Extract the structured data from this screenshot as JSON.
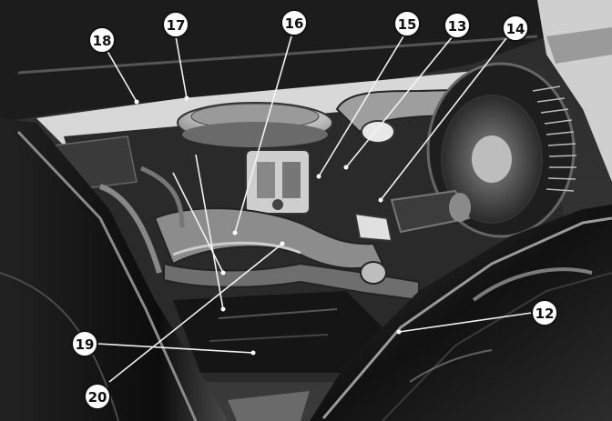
{
  "callouts": [
    {
      "num": "18"
    },
    {
      "num": "17"
    },
    {
      "num": "16"
    },
    {
      "num": "15"
    },
    {
      "num": "13"
    },
    {
      "num": "14"
    },
    {
      "num": "12"
    },
    {
      "num": "19"
    },
    {
      "num": "20"
    }
  ],
  "colors": {
    "background": "#1b1b1b",
    "callout_fill": "#ffffff",
    "callout_stroke": "#111111",
    "leader_line": "#f2f2f2"
  }
}
